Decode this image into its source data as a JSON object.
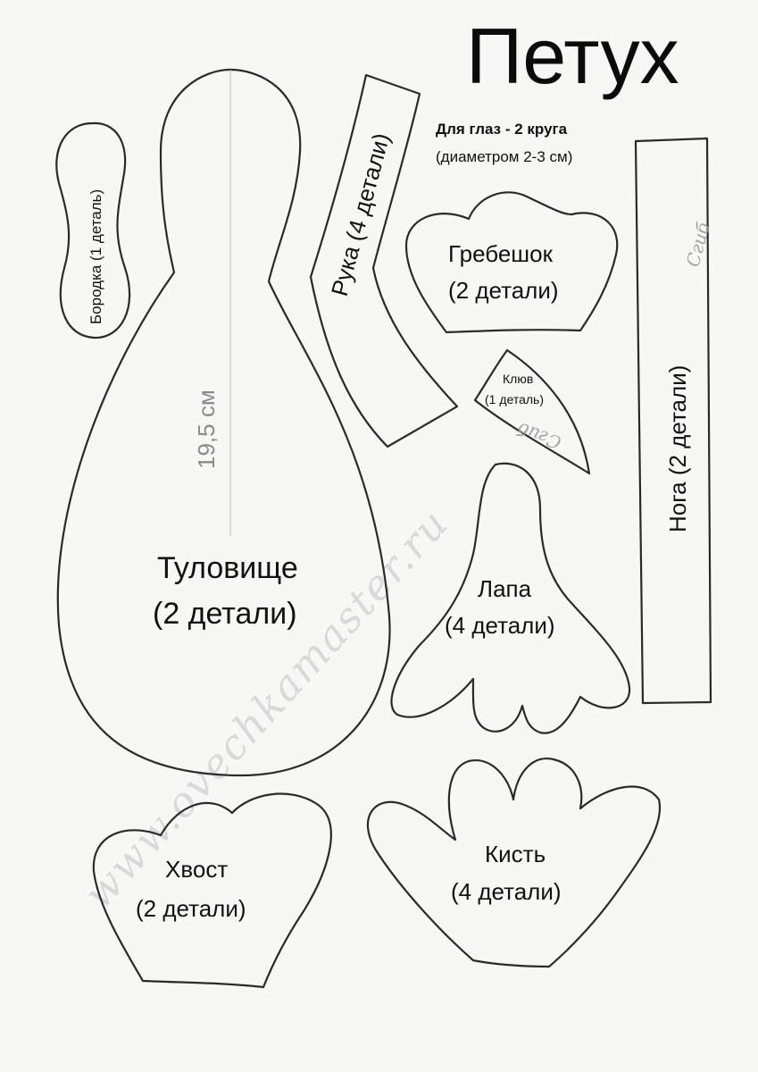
{
  "title": "Петух",
  "eyes": {
    "line1": "Для глаз - 2 круга",
    "line2": "(диаметром 2-3 см)"
  },
  "pieces": {
    "beard": "Бородка (1 деталь)",
    "arm": "Рука (4 детали)",
    "comb": {
      "name": "Гребешок",
      "count": "(2 детали)"
    },
    "leg": "Нога (2 детали)",
    "beak": {
      "name": "Клюв",
      "count": "(1 деталь)"
    },
    "body": {
      "name": "Туловище",
      "count": "(2 детали)",
      "height": "19,5 см"
    },
    "foot": {
      "name": "Лапа",
      "count": "(4 детали)"
    },
    "tail": {
      "name": "Хвост",
      "count": "(2 детали)"
    },
    "hand": {
      "name": "Кисть",
      "count": "(4 детали)"
    }
  },
  "fold_label": "Сгиб",
  "watermark": "www.ovechkamaster.ru"
}
